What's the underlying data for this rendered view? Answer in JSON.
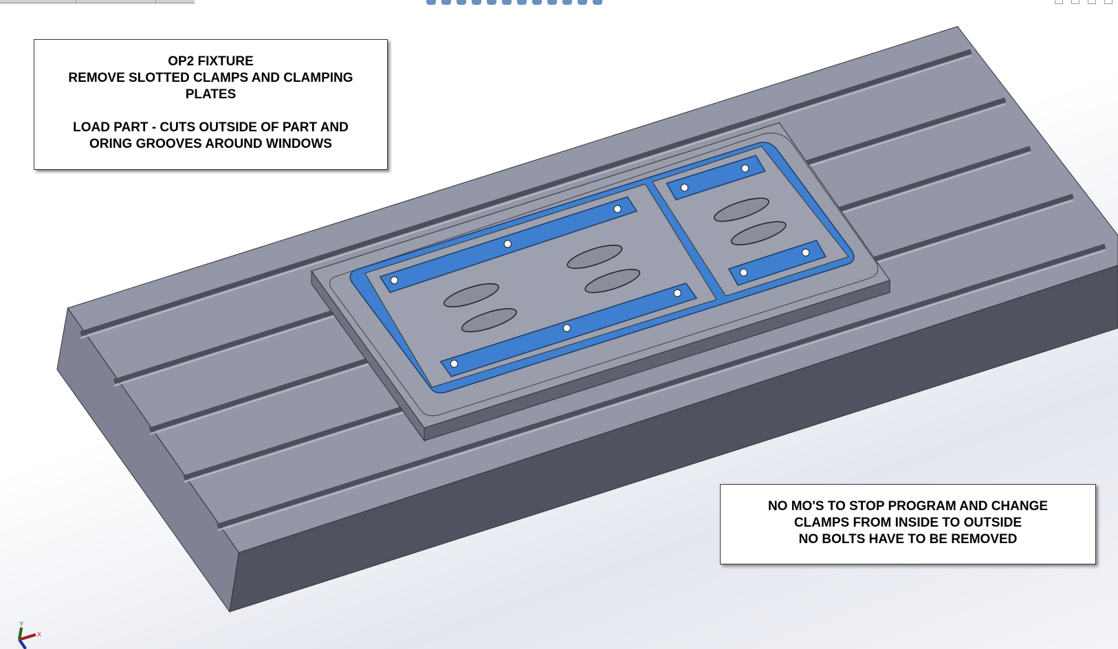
{
  "notes": {
    "op2": {
      "line1": "OP2 FIXTURE",
      "line2": "REMOVE SLOTTED CLAMPS AND CLAMPING",
      "line3": "PLATES",
      "line4": "LOAD PART - CUTS OUTSIDE OF PART AND",
      "line5": "ORING GROOVES AROUND WINDOWS"
    },
    "clamps": {
      "line1": "NO MO'S TO STOP PROGRAM AND CHANGE",
      "line2": "CLAMPS FROM INSIDE TO OUTSIDE",
      "line3": "NO BOLTS HAVE TO BE REMOVED"
    }
  },
  "triad": {
    "x_label": "X",
    "y_label": "Y"
  },
  "colors": {
    "table_top": "#9497a8",
    "table_front": "#50535f",
    "clamp_blue": "#3f7fcf"
  }
}
